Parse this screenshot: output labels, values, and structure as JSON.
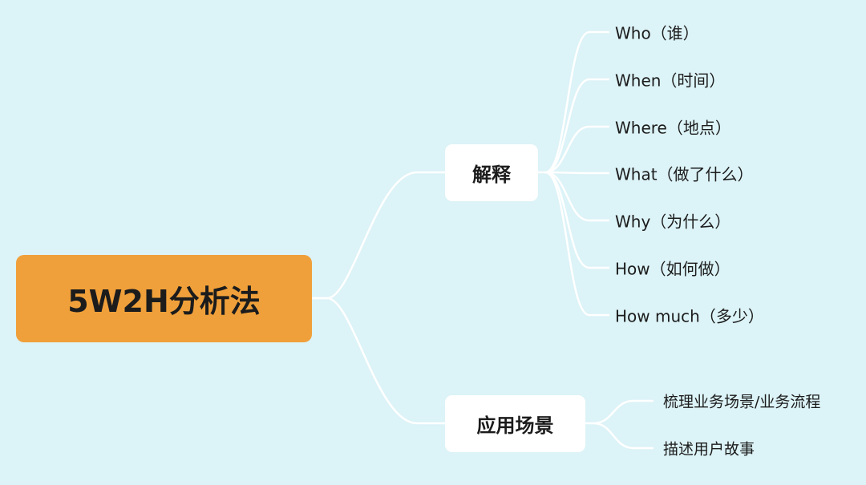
{
  "root": {
    "label": "5W2H分析法"
  },
  "branches": [
    {
      "label": "解释",
      "children": [
        "Who（谁）",
        "When（时间）",
        "Where（地点）",
        "What（做了什么）",
        "Why（为什么）",
        "How（如何做）",
        "How much（多少）"
      ]
    },
    {
      "label": "应用场景",
      "children": [
        "梳理业务场景/业务流程",
        "描述用户故事"
      ]
    }
  ],
  "colors": {
    "background": "#dcf3f7",
    "root": "#f0a03a",
    "line": "#ffffff"
  }
}
